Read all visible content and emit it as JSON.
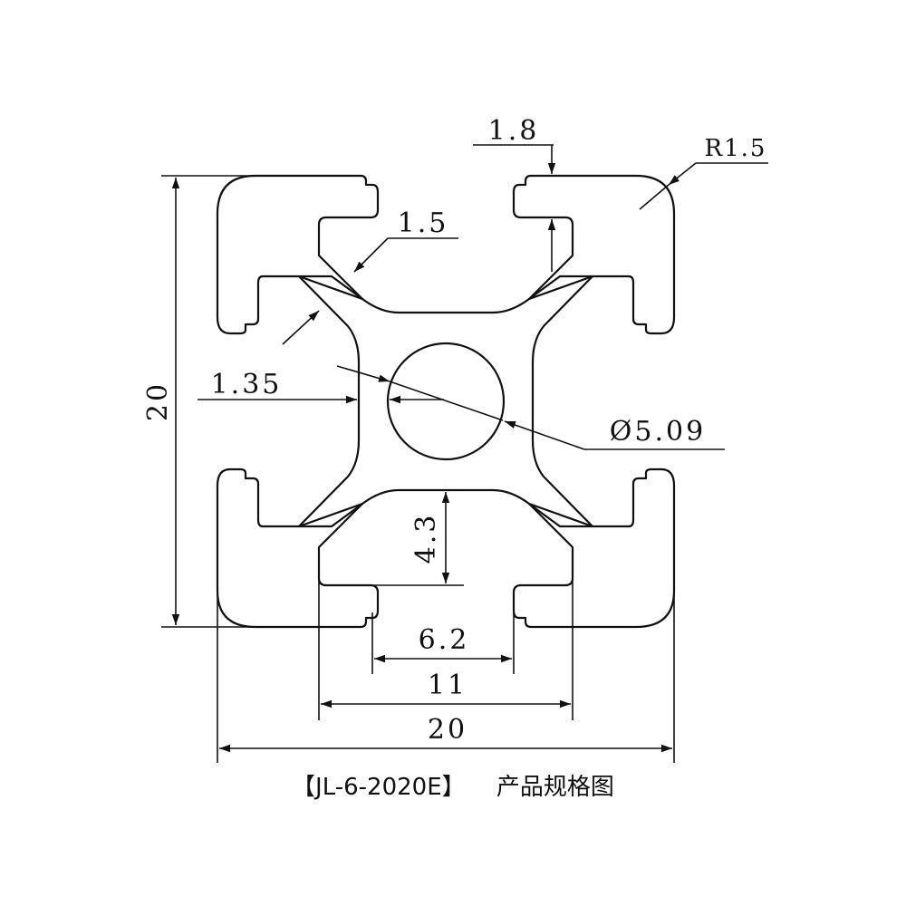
{
  "drawing": {
    "dimensions": {
      "width_overall": "20",
      "height_overall": "20",
      "slot_outer": "11",
      "slot_opening": "6.2",
      "slot_depth": "4.3",
      "lip_thickness": "1.8",
      "wall_thickness": "1.5",
      "core_wall": "1.35",
      "corner_radius": "R1.5",
      "bore_diameter": "Ø5.09"
    },
    "caption": {
      "model": "【JL-6-2020E】",
      "title": "产品规格图"
    },
    "colors": {
      "line": "#111111",
      "background": "#ffffff"
    }
  }
}
